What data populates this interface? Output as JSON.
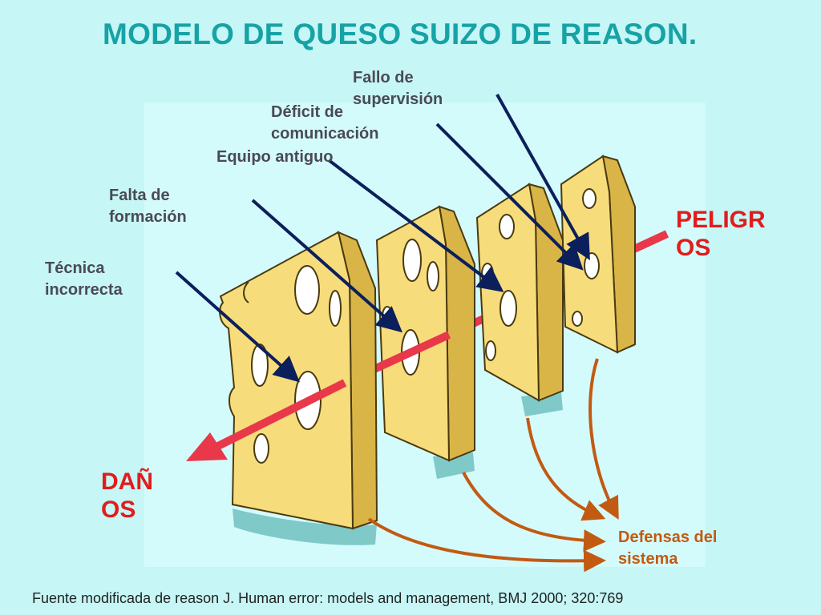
{
  "title": "MODELO DE QUESO SUIZO DE REASON.",
  "causes": {
    "fallo_supervision": "Fallo de supervisión",
    "deficit_comunicacion": "Déficit de comunicación",
    "equipo_antiguo": "Equipo antiguo",
    "falta_formacion": "Falta de formación",
    "tecnica_incorrecta": "Técnica incorrecta"
  },
  "peligros": "PELIGROS",
  "danos": "DAÑOS",
  "defensas": "Defensas del sistema",
  "source": "Fuente modificada de reason J. Human error: models and management, BMJ 2000; 320:769",
  "colors": {
    "background": "#c6f6f6",
    "title": "#17a3a6",
    "cheese": "#f7dc7c",
    "cheese_shadow": "#d9b547",
    "hazard_arrow": "#e8384a",
    "cause_arrow": "#0b1f5c",
    "defense_arrow": "#c25a12",
    "red_text": "#e21c1c"
  }
}
